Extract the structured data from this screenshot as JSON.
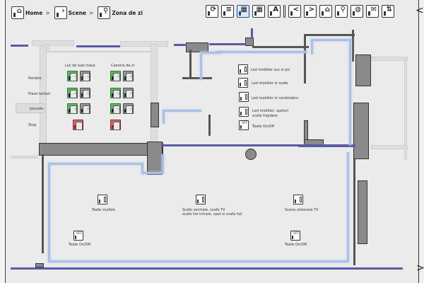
{
  "breadcrumb": [
    {
      "label": "Home",
      "icon": "home-icon"
    },
    {
      "label": "Scene",
      "icon": "chevron-right-icon"
    },
    {
      "label": "Zona de zi",
      "icon": "search-icon"
    }
  ],
  "breadcrumb_separator": ">",
  "toolbar": [
    {
      "name": "refresh-button",
      "icon": "refresh-icon",
      "glyph": "⟳"
    },
    {
      "name": "list-button",
      "icon": "list-icon",
      "glyph": "≡"
    },
    {
      "name": "floorplan-button",
      "icon": "floorplan-icon",
      "glyph": "▦",
      "selected": true
    },
    {
      "name": "grid-button",
      "icon": "grid-icon",
      "glyph": "▦"
    },
    {
      "name": "text-button",
      "icon": "text-a-icon",
      "glyph": "A"
    },
    {
      "name": "back-button",
      "icon": "chevron-left-icon",
      "glyph": "<"
    },
    {
      "name": "forward-button",
      "icon": "chevron-right-icon",
      "glyph": ">"
    },
    {
      "name": "home-button",
      "icon": "home-icon",
      "glyph": "⌂"
    },
    {
      "name": "search-button",
      "icon": "search-icon",
      "glyph": "⚲"
    },
    {
      "name": "globe-button",
      "icon": "globe-icon",
      "glyph": "◍"
    },
    {
      "name": "mail-button",
      "icon": "mail-icon",
      "glyph": "✉"
    },
    {
      "name": "sort-button",
      "icon": "sort-icon",
      "glyph": "⇅"
    }
  ],
  "side_nav": {
    "prev": "<",
    "next": ">"
  },
  "blinds": {
    "columns": [
      "Loc de luat masa",
      "Camera de zi"
    ],
    "rows": [
      "Perdele",
      "Plase tantari",
      "Jaluzele",
      "Stop"
    ],
    "active_row": "Jaluzele"
  },
  "kitchen_scenes": [
    {
      "label": "Led mobilier sus si jos",
      "type": "scene"
    },
    {
      "label": "Led mobilier si scafe",
      "type": "scene"
    },
    {
      "label": "Led mobilier si candelabru",
      "type": "scene"
    },
    {
      "label": "Led mobilier, spoturi",
      "label2": "scafa frigidere",
      "type": "scene"
    },
    {
      "label": "Toate On/Off",
      "type": "off",
      "off_text": "OFF"
    }
  ],
  "living_scenes": [
    {
      "label": "Toate scafele",
      "type": "scene"
    },
    {
      "label": "Scafe centrale, scafa TV",
      "label2": "scafa hol intrare, spot si scafa hol",
      "type": "scene"
    },
    {
      "label": "Scena vizionare TV",
      "type": "scene"
    },
    {
      "label": "Toate On/Off",
      "type": "off",
      "off_text": "OFF"
    },
    {
      "label": "Toate On/Off",
      "type": "off",
      "off_text": "OFF"
    }
  ]
}
